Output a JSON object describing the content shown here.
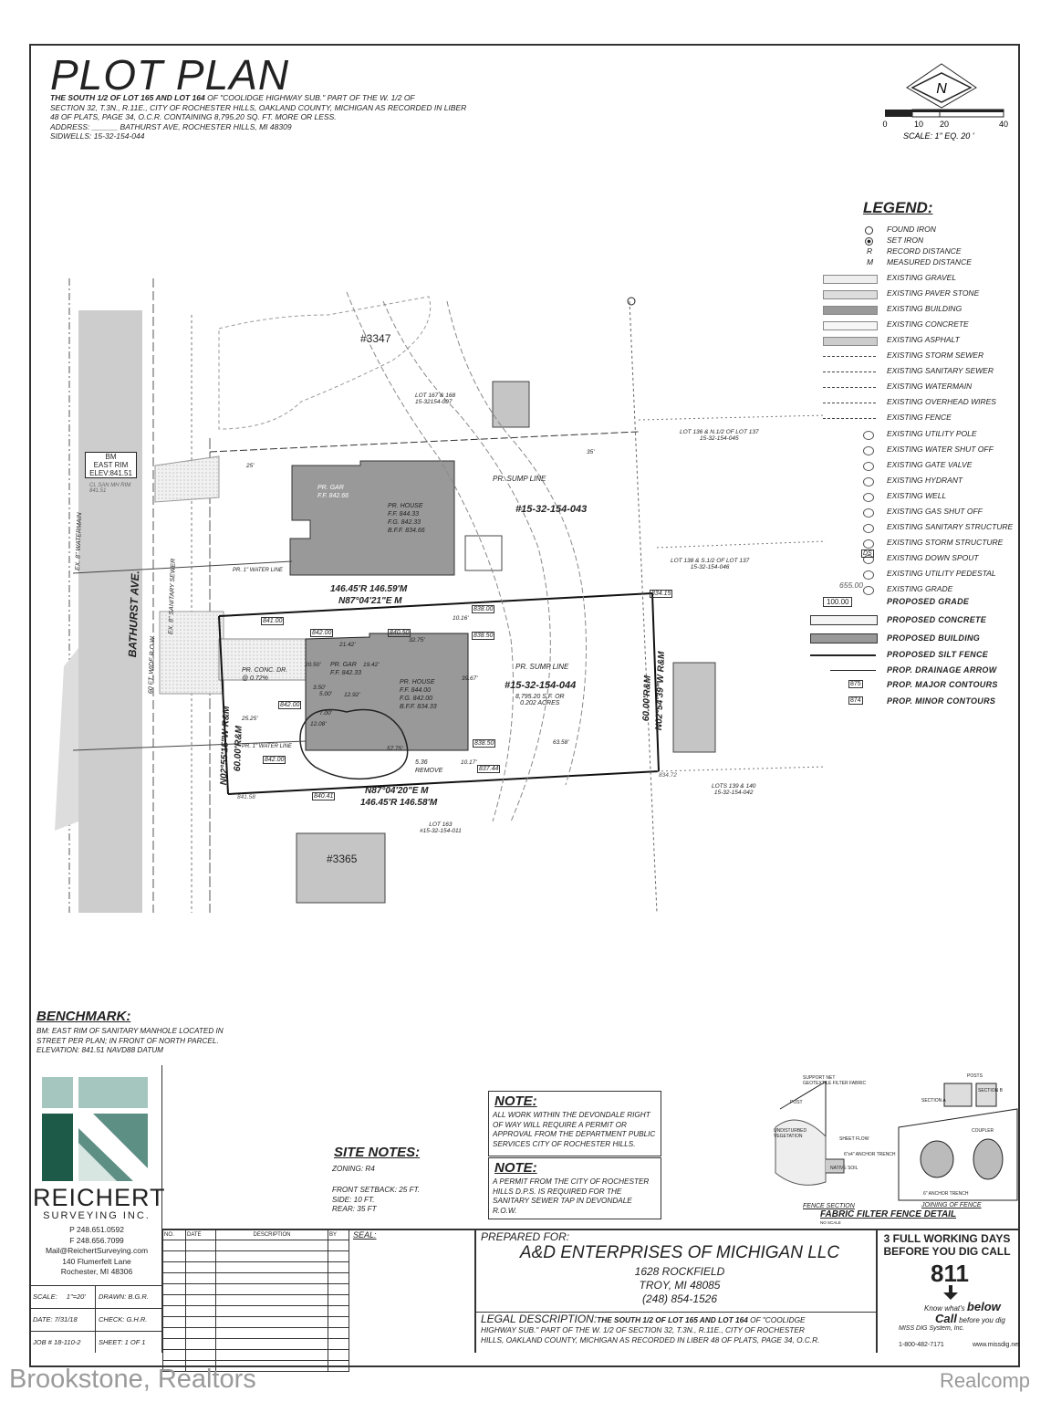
{
  "title": "PLOT PLAN",
  "description": {
    "line1_bold": "THE SOUTH 1/2 OF LOT 165 AND LOT 164",
    "line1_rest": " OF \"COOLIDGE HIGHWAY SUB.\" PART OF THE W. 1/2 OF",
    "line2": "SECTION 32, T.3N., R.11E., CITY OF ROCHESTER HILLS, OAKLAND COUNTY, MICHIGAN AS RECORDED IN LIBER",
    "line3": "48 OF PLATS, PAGE 34, O.C.R. CONTAINING 8,795.20 SQ. FT. MORE OR LESS.",
    "line4": "ADDRESS: ______ BATHURST AVE, ROCHESTER HILLS, MI 48309",
    "line5": "SIDWELLS: 15-32-154-044"
  },
  "north": {
    "label": "N",
    "scale_ticks": [
      "0",
      "10",
      "20",
      "40"
    ],
    "scale_text": "SCALE: 1\" EQ. 20 '"
  },
  "legend": {
    "title": "LEGEND:",
    "items": [
      "FOUND IRON",
      "SET IRON",
      "RECORD DISTANCE",
      "MEASURED DISTANCE",
      "EXISTING GRAVEL",
      "EXISTING PAVER STONE",
      "EXISTING BUILDING",
      "EXISTING CONCRETE",
      "EXISTING ASPHALT",
      "EXISTING STORM SEWER",
      "EXISTING SANITARY SEWER",
      "EXISTING WATERMAIN",
      "EXISTING OVERHEAD WIRES",
      "EXISTING FENCE",
      "EXISTING UTILITY POLE",
      "EXISTING WATER SHUT OFF",
      "EXISTING GATE VALVE",
      "EXISTING HYDRANT",
      "EXISTING WELL",
      "EXISTING GAS SHUT OFF",
      "EXISTING SANITARY STRUCTURE",
      "EXISTING STORM STRUCTURE",
      "EXISTING DOWN SPOUT",
      "EXISTING UTILITY PEDESTAL",
      "EXISTING GRADE"
    ],
    "symbol_r": "R",
    "symbol_m": "M",
    "ds": "DS",
    "grade_sample": "655.00",
    "proposed": [
      {
        "sample": "100.00",
        "label": "PROPOSED GRADE"
      },
      {
        "sample": "",
        "label": "PROPOSED CONCRETE"
      },
      {
        "sample": "",
        "label": "PROPOSED BUILDING"
      },
      {
        "sample": "",
        "label": "PROPOSED SILT FENCE"
      },
      {
        "sample": "",
        "label": "PROP. DRAINAGE ARROW"
      },
      {
        "sample": "875",
        "label": "PROP. MAJOR CONTOURS"
      },
      {
        "sample": "874",
        "label": "PROP. MINOR CONTOURS"
      }
    ]
  },
  "plan": {
    "street": "BATHURST AVE.",
    "street_row": "60 FT. WIDE R.O.W.",
    "watermain": "EX. 8\" WATERMAIN",
    "sanitary": "EX. 8\" SANITARY SEWER",
    "bm_box": [
      "BM",
      "EAST RIM",
      "ELEV:841.51"
    ],
    "cl_san": "CL SAN MH RIM 841.51",
    "house_3347": "#3347",
    "house_3365": "#3365",
    "lot_167": "LOT 167 & 168",
    "lot_167_id": "15-32154-007",
    "lot_136": "LOT 136 & N.1/2 OF LOT 137",
    "lot_136_id": "15-32-154-045",
    "lot_138": "LOT 138 & S.1/2 OF LOT 137",
    "lot_138_id": "15-32-154-046",
    "lots_139": "LOTS 139 & 140",
    "lots_139_id": "15-32-154-042",
    "lot_163": "LOT 163",
    "lot_163_id": "#15-32-154-011",
    "parcel_043": "#15-32-154-043",
    "parcel_044": "#15-32-154-044",
    "parcel_044_area": "8,795.20 S.F. OR",
    "parcel_044_acres": "0.202 ACRES",
    "north_gar": [
      "PR. GAR",
      "F.F. 842.66"
    ],
    "north_house": [
      "PR. HOUSE",
      "F.F. 844.33",
      "F.G. 842.33",
      "B.F.F. 834.66"
    ],
    "south_gar": [
      "PR. GAR",
      "F.F. 842.33"
    ],
    "south_house": [
      "PR. HOUSE",
      "F.F. 844.00",
      "F.G. 842.00",
      "B.F.F. 834.33"
    ],
    "north_line": "146.45'R 146.59'M",
    "north_bearing": "N87°04'21\"E M",
    "south_line": "N87°04'20\"E M",
    "south_dist": "146.45'R 146.58'M",
    "west_line": "N02°55'15\"W R&M",
    "west_dist": "60.00'R&M",
    "east_line": "N02°54'39\"W R&M",
    "east_dist": "60.00'R&M",
    "sump_n": "PR. SUMP LINE",
    "sump_s": "PR. SUMP LINE",
    "water_n": "PR. 1\" WATER LINE",
    "water_s": "PR. 1\" WATER LINE",
    "conc_dr": "PR. CONC. DR.",
    "conc_slope": "@ 0.72%",
    "remove": "REMOVE",
    "remove_num": "5.36",
    "grades": [
      "842.00",
      "840.50",
      "838.00",
      "838.50",
      "837.44",
      "838.50",
      "842.00",
      "840.41",
      "842.00",
      "841.00",
      "834.15",
      "834.72",
      "841.58"
    ],
    "dims": [
      "25'",
      "35'",
      "21.42'",
      "32.75'",
      "10.16'",
      "57.75'",
      "10.17'",
      "63.58'",
      "25.25'",
      "12.92'",
      "12.08'",
      "3.50'",
      "5.00'",
      "7.00'",
      "19.42'",
      "39.67'",
      "20.50'"
    ]
  },
  "benchmark": {
    "title": "BENCHMARK:",
    "lines": [
      "BM: EAST RIM OF SANITARY MANHOLE LOCATED IN",
      "STREET PER PLAN; IN FRONT OF NORTH PARCEL.",
      "ELEVATION: 841.51 NAVD88 DATUM"
    ]
  },
  "company": {
    "name": "REICHERT",
    "sub": "SURVEYING INC.",
    "phone": "P 248.651.0592",
    "fax": "F 248.656.7099",
    "email": "Mail@ReichertSurveying.com",
    "street": "140 Flumerfelt Lane",
    "city": "Rochester, MI 48306"
  },
  "job": {
    "scale_label": "SCALE:",
    "scale": "1\"=20'",
    "drawn_label": "DRAWN:",
    "drawn": "B.G.R.",
    "date_label": "DATE:",
    "date": "7/31/18",
    "check_label": "CHECK:",
    "check": "G.H.R.",
    "job_label": "JOB #",
    "job": "18-110-2",
    "sheet_label": "SHEET:",
    "sheet": "1 OF 1"
  },
  "site_notes": {
    "title": "SITE NOTES:",
    "zoning": "ZONING: R4",
    "front": "FRONT SETBACK: 25 FT.",
    "side": "SIDE: 10 FT.",
    "rear": "REAR: 35 FT"
  },
  "notes": [
    {
      "title": "NOTE:",
      "lines": [
        "ALL WORK WITHIN THE DEVONDALE RIGHT",
        "OF WAY WILL REQUIRE A PERMIT OR",
        "APPROVAL FROM THE  DEPARTMENT PUBLIC",
        "SERVICES CITY OF ROCHESTER HILLS."
      ]
    },
    {
      "title": "NOTE:",
      "lines": [
        "A PERMIT FROM THE CITY OF ROCHESTER",
        "HILLS D.P.S. IS REQUIRED FOR THE",
        "SANITARY SEWER TAP IN DEVONDALE R.O.W."
      ]
    }
  ],
  "revisions": {
    "headers": [
      "NO.",
      "DATE",
      "DESCRIPTION",
      "BY"
    ],
    "seal": "SEAL:"
  },
  "prepared": {
    "label": "PREPARED FOR:",
    "name": "A&D ENTERPRISES OF MICHIGAN LLC",
    "street": "1628 ROCKFIELD",
    "city": "TROY, MI 48085",
    "phone": "(248) 854-1526"
  },
  "legal": {
    "label": "LEGAL DESCRIPTION:",
    "bold": "THE SOUTH 1/2 OF LOT 165 AND LOT 164",
    "rest1": " OF \"COOLIDGE",
    "line2": "HIGHWAY SUB.\" PART OF THE W. 1/2 OF SECTION 32, T.3N., R.11E., CITY OF ROCHESTER",
    "line3": "HILLS, OAKLAND COUNTY, MICHIGAN AS RECORDED IN LIBER 48 OF PLATS, PAGE 34, O.C.R."
  },
  "dig": {
    "line1": "3 FULL WORKING DAYS",
    "line2": "BEFORE YOU DIG CALL",
    "number": "811",
    "know": "Know what's",
    "below": "below",
    "call": "Call",
    "before": "before you dig",
    "miss": "MISS DIG System, Inc.",
    "phone": "1-800-482-7171",
    "web": "www.missdig.net"
  },
  "fence": {
    "title": "FABRIC FILTER FENCE DETAIL",
    "section": "FENCE SECTION",
    "joining": "JOINING OF FENCE",
    "noscale": "NO SCALE",
    "labels": [
      "SUPPORT NET",
      "GEOTEXTILE FILTER FABRIC",
      "POST",
      "UNDISTURBED VEGETATION",
      "SHEET FLOW",
      "NATIVE SOIL",
      "6\"x4\" ANCHOR TRENCH",
      "POSTS",
      "SECTION A",
      "SECTION B",
      "COUPLER",
      "6\" ANCHOR TRENCH"
    ]
  },
  "watermark": {
    "left": "Brookstone, Realtors",
    "right": "Realcomp"
  }
}
